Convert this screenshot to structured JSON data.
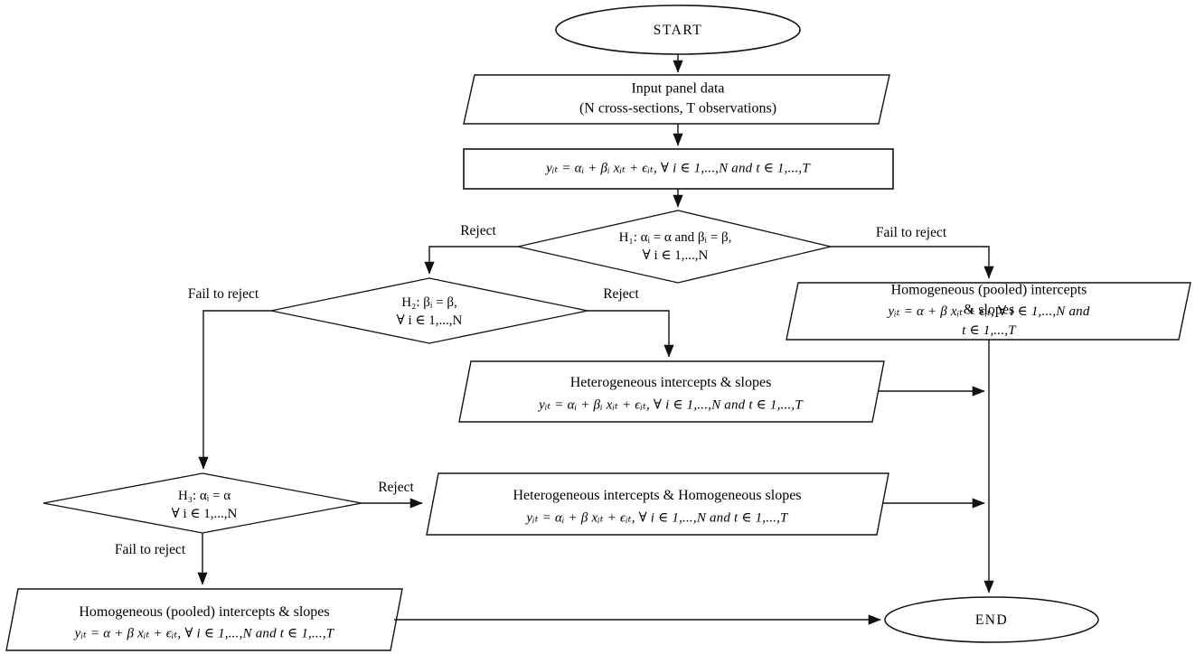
{
  "diagram": {
    "type": "flowchart",
    "topic": "Panel data poolability testing procedure",
    "colors": {
      "background": "#ffffff",
      "line": "#111111",
      "text": "#000000"
    },
    "nodes": {
      "start": {
        "shape": "ellipse",
        "label": "START"
      },
      "input": {
        "shape": "parallelogram",
        "label": "Input panel data\n(N cross-sections, T observations)"
      },
      "model": {
        "shape": "rectangle",
        "equation": "yᵢₜ = αᵢ + βᵢ xᵢₜ + ϵᵢₜ, ∀ i ∈ 1,...,N and t ∈ 1,...,T"
      },
      "h1": {
        "shape": "diamond",
        "label": "H₁: αᵢ = α and βᵢ = β,\n∀ i ∈ 1,...,N"
      },
      "h2": {
        "shape": "diamond",
        "label": "H₂: βᵢ = β,\n∀ i ∈ 1,...,N"
      },
      "h3": {
        "shape": "diamond",
        "label": "H₃:  αᵢ = α\n∀ i ∈ 1,...,N"
      },
      "pooled_right": {
        "shape": "parallelogram",
        "title": "Homogeneous (pooled) intercepts & slopes",
        "equation": "yᵢₜ = α + β xᵢₜ + ϵᵢₜ, ∀ i ∈ 1,...,N and t ∈ 1,...,T"
      },
      "heterogeneous": {
        "shape": "parallelogram",
        "title": "Heterogeneous intercepts & slopes",
        "equation": "yᵢₜ = αᵢ + βᵢ xᵢₜ + ϵᵢₜ, ∀ i ∈ 1,...,N and t ∈ 1,...,T"
      },
      "het_int_hom_slopes": {
        "shape": "parallelogram",
        "title": "Heterogeneous intercepts & Homogeneous slopes",
        "equation": "yᵢₜ = αᵢ + β xᵢₜ + ϵᵢₜ, ∀ i ∈ 1,...,N and t ∈ 1,...,T"
      },
      "pooled_bottom": {
        "shape": "parallelogram",
        "title": "Homogeneous (pooled) intercepts & slopes",
        "equation": "yᵢₜ = α + β xᵢₜ + ϵᵢₜ, ∀ i ∈ 1,...,N and t ∈ 1,...,T"
      },
      "end": {
        "shape": "ellipse",
        "label": "END"
      }
    },
    "edges": {
      "h1_reject": {
        "label": "Reject",
        "from": "h1",
        "to": "h2"
      },
      "h1_fail": {
        "label": "Fail to reject",
        "from": "h1",
        "to": "pooled_right"
      },
      "h2_fail": {
        "label": "Fail to reject",
        "from": "h2",
        "to": "h3"
      },
      "h2_reject": {
        "label": "Reject",
        "from": "h2",
        "to": "heterogeneous"
      },
      "h3_reject": {
        "label": "Reject",
        "from": "h3",
        "to": "het_int_hom_slopes"
      },
      "h3_fail": {
        "label": "Fail to reject",
        "from": "h3",
        "to": "pooled_bottom"
      }
    }
  }
}
